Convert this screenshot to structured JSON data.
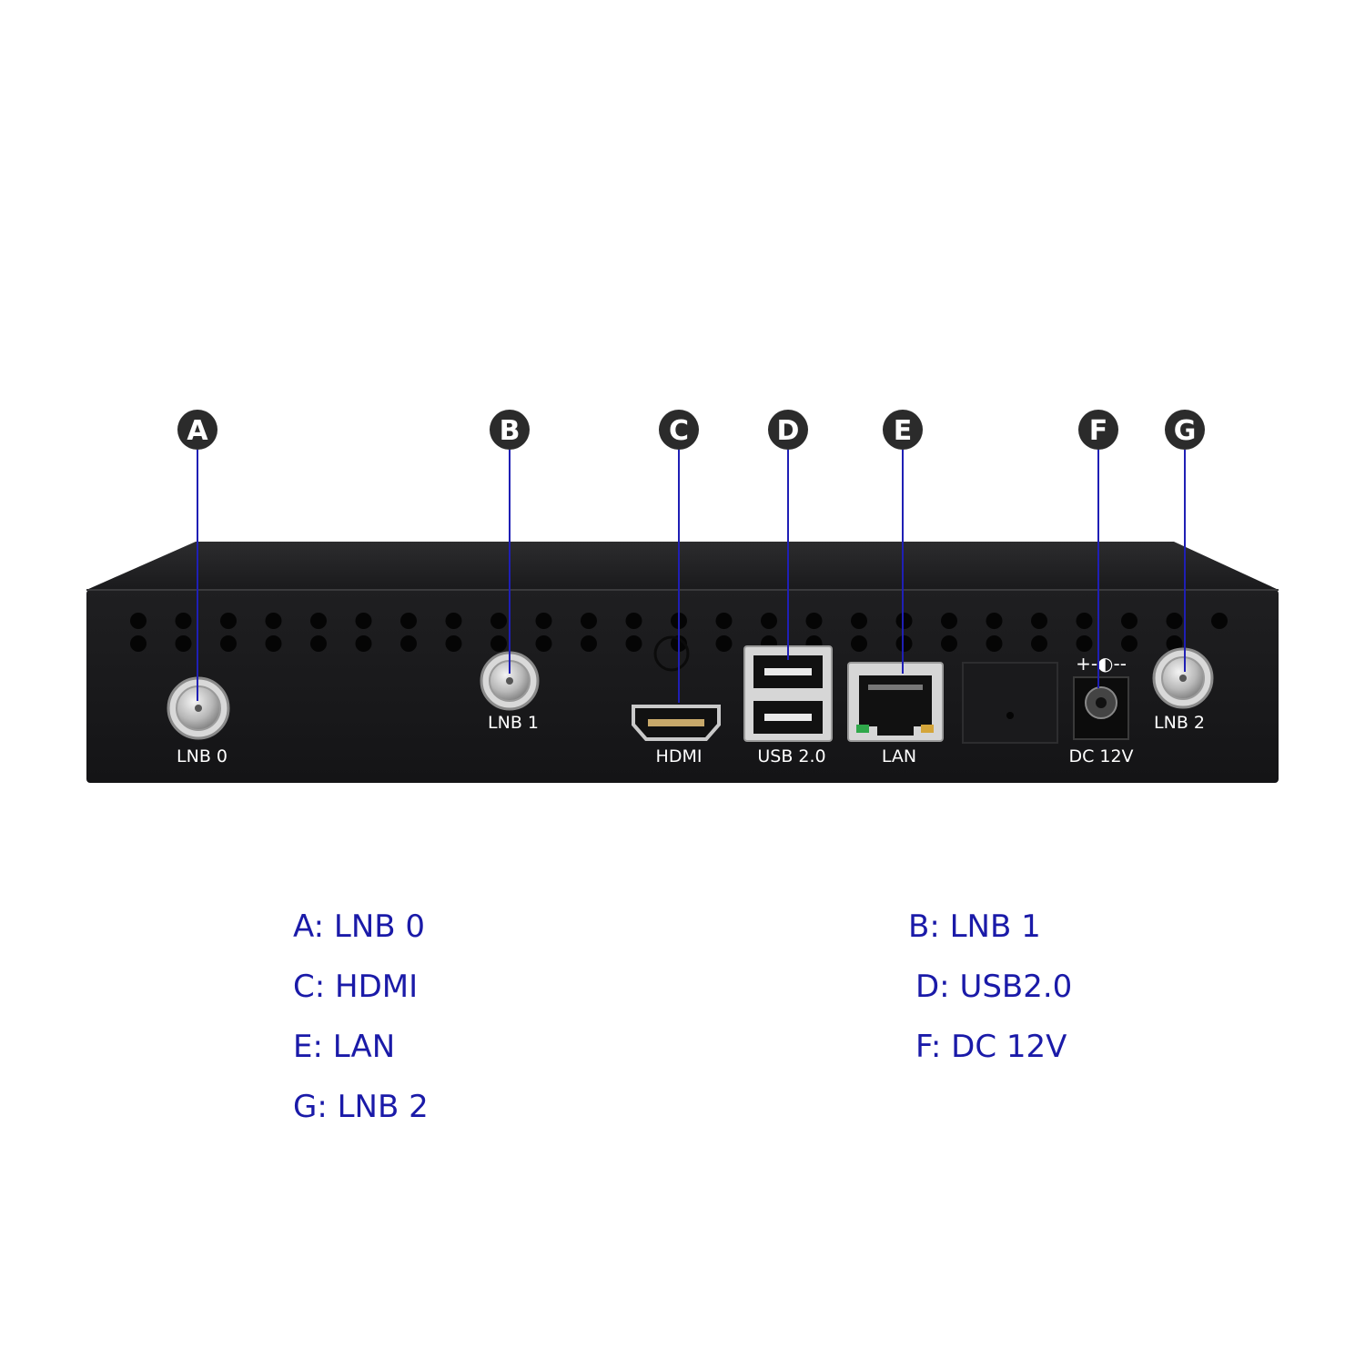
{
  "colors": {
    "callout_line": "#1f1fb5",
    "legend_text": "#1a1aa8",
    "badge": "#2b2b2b",
    "chassis": "#1d1d1f"
  },
  "callouts": [
    {
      "letter": "A",
      "port_label": "LNB 0"
    },
    {
      "letter": "B",
      "port_label": "LNB 1"
    },
    {
      "letter": "C",
      "port_label": "HDMI"
    },
    {
      "letter": "D",
      "port_label": "USB 2.0"
    },
    {
      "letter": "E",
      "port_label": "LAN"
    },
    {
      "letter": "F",
      "port_label": "DC 12V"
    },
    {
      "letter": "G",
      "port_label": "LNB 2"
    }
  ],
  "legend": [
    "A: LNB 0",
    "B: LNB 1",
    "C: HDMI",
    "D: USB2.0",
    "E: LAN",
    "F: DC 12V",
    "G: LNB 2"
  ],
  "dc_polarity_symbol": "+-◐--"
}
